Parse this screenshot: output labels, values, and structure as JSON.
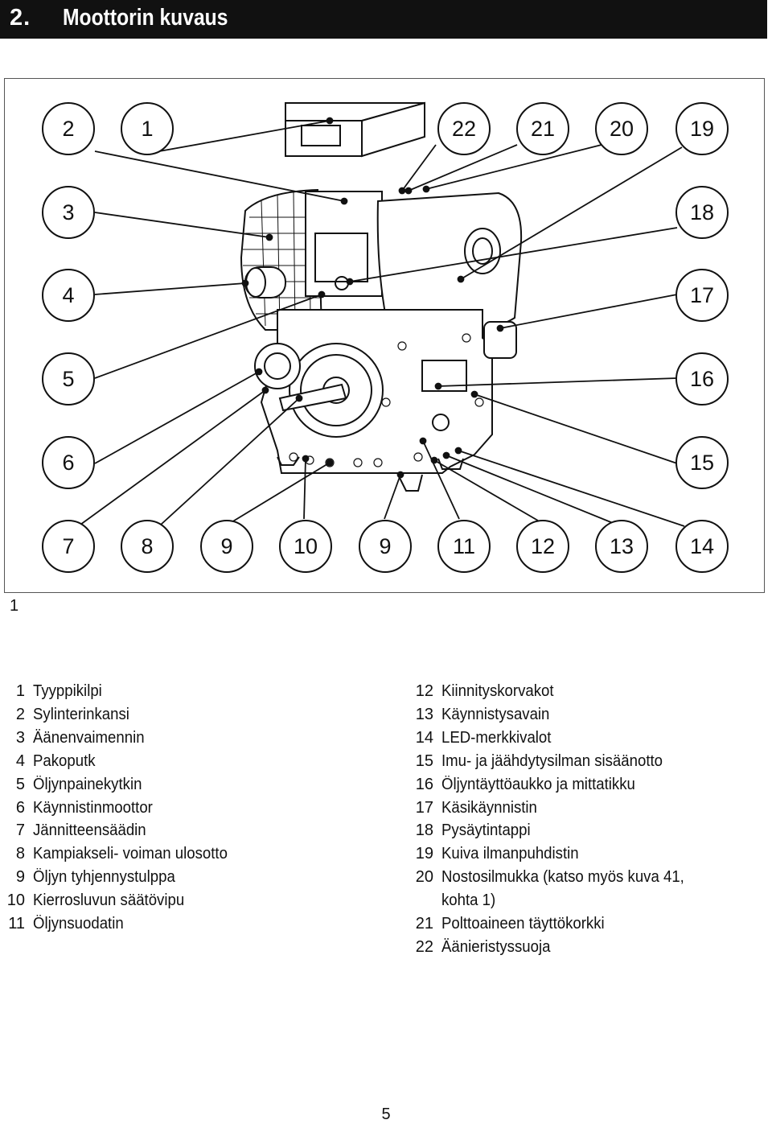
{
  "header": {
    "section_number": "2.",
    "title": "Moottorin kuvaus"
  },
  "figure": {
    "label": "1",
    "callouts_top": [
      "2",
      "1",
      "22",
      "21",
      "20",
      "19"
    ],
    "callouts_left": [
      "3",
      "4",
      "5",
      "6"
    ],
    "callouts_right": [
      "18",
      "17",
      "16",
      "15"
    ],
    "callouts_bottom": [
      "7",
      "8",
      "9",
      "10",
      "9",
      "11",
      "12",
      "13",
      "14"
    ]
  },
  "legend_left": [
    {
      "num": "1",
      "text": "Tyyppikilpi"
    },
    {
      "num": "2",
      "text": "Sylinterinkansi"
    },
    {
      "num": "3",
      "text": "Äänenvaimennin"
    },
    {
      "num": "4",
      "text": "Pakoputk"
    },
    {
      "num": "5",
      "text": "Öljynpainekytkin"
    },
    {
      "num": "6",
      "text": "Käynnistinmoottor"
    },
    {
      "num": "7",
      "text": "Jännitteensäädin"
    },
    {
      "num": "8",
      "text": "Kampiakseli- voiman ulosotto"
    },
    {
      "num": "9",
      "text": "Öljyn tyhjennystulppa"
    },
    {
      "num": "10",
      "text": "Kierrosluvun säätövipu"
    },
    {
      "num": "11",
      "text": "Öljynsuodatin"
    }
  ],
  "legend_right": [
    {
      "num": "12",
      "text": "Kiinnityskorvakot"
    },
    {
      "num": "13",
      "text": "Käynnistysavain"
    },
    {
      "num": "14",
      "text": "LED-merkkivalot"
    },
    {
      "num": "15",
      "text": "Imu- ja jäähdytysilman sisäänotto"
    },
    {
      "num": "16",
      "text": "Öljyntäyttöaukko ja mittatikku"
    },
    {
      "num": "17",
      "text": "Käsikäynnistin"
    },
    {
      "num": "18",
      "text": "Pysäytintappi"
    },
    {
      "num": "19",
      "text": "Kuiva ilmanpuhdistin"
    },
    {
      "num": "20",
      "text": "Nostosilmukka (katso myös kuva 41,"
    },
    {
      "num": "",
      "text": "kohta 1)"
    },
    {
      "num": "21",
      "text": "Polttoaineen täyttökorkki"
    },
    {
      "num": "22",
      "text": "Äänieristyssuoja"
    }
  ],
  "page_number": "5"
}
